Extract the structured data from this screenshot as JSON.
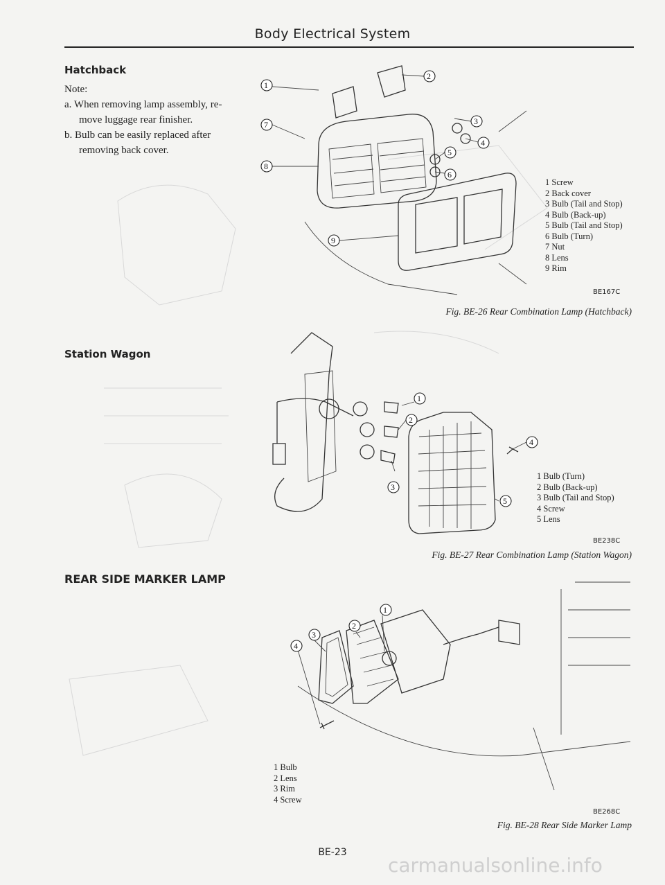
{
  "header": {
    "title": "Body Electrical System"
  },
  "sections": {
    "hatchback": {
      "title": "Hatchback",
      "note_label": "Note:",
      "notes": [
        {
          "marker": "a.",
          "text": "When removing lamp assembly, re-",
          "cont": "move luggage rear finisher."
        },
        {
          "marker": "b.",
          "text": "Bulb can be easily replaced after",
          "cont": "removing back cover."
        }
      ]
    },
    "station_wagon": {
      "title": "Station Wagon"
    },
    "rear_side_marker": {
      "title": "REAR SIDE MARKER LAMP"
    }
  },
  "figures": {
    "fig26": {
      "code": "BE167C",
      "caption": "Fig. BE-26  Rear Combination Lamp (Hatchback)",
      "callouts": [
        "1",
        "2",
        "3",
        "4",
        "5",
        "6",
        "7",
        "8",
        "9"
      ],
      "legend": [
        "1  Screw",
        "2  Back cover",
        "3  Bulb (Tail and Stop)",
        "4  Bulb (Back-up)",
        "5  Bulb (Tail and Stop)",
        "6  Bulb (Turn)",
        "7  Nut",
        "8  Lens",
        "9  Rim"
      ]
    },
    "fig27": {
      "code": "BE238C",
      "caption": "Fig. BE-27  Rear Combination Lamp (Station Wagon)",
      "callouts": [
        "1",
        "2",
        "3",
        "4",
        "5"
      ],
      "legend": [
        "1  Bulb (Turn)",
        "2  Bulb (Back-up)",
        "3  Bulb (Tail and Stop)",
        "4  Screw",
        "5  Lens"
      ]
    },
    "fig28": {
      "code": "BE268C",
      "caption": "Fig. BE-28  Rear Side Marker Lamp",
      "callouts": [
        "1",
        "2",
        "3",
        "4"
      ],
      "legend": [
        "1  Bulb",
        "2  Lens",
        "3  Rim",
        "4  Screw"
      ]
    }
  },
  "footer": {
    "page_number": "BE-23",
    "watermark": "carmanualsonline.info"
  }
}
